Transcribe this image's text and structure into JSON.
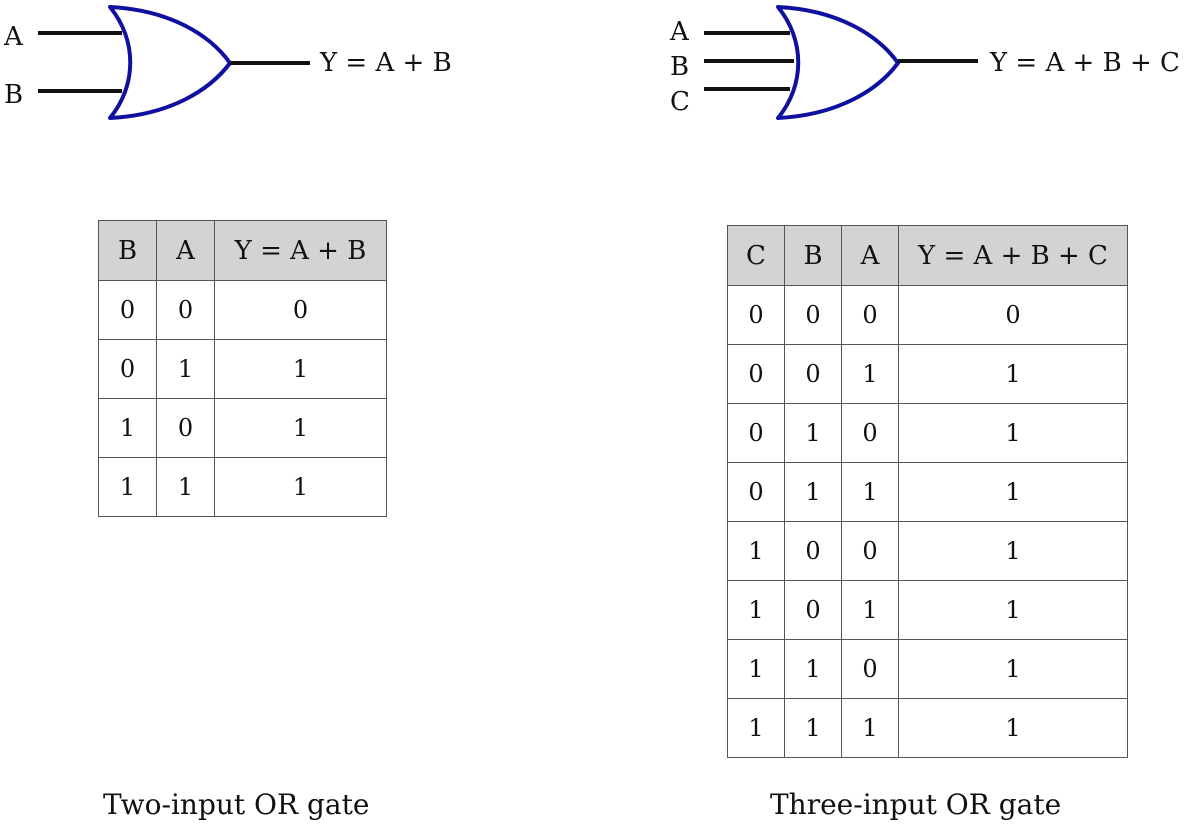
{
  "two_input": {
    "gate": {
      "inputs": [
        "A",
        "B"
      ],
      "output": "Y = A + B"
    },
    "table": {
      "headers": [
        "B",
        "A",
        "Y = A + B"
      ],
      "rows": [
        [
          "0",
          "0",
          "0"
        ],
        [
          "0",
          "1",
          "1"
        ],
        [
          "1",
          "0",
          "1"
        ],
        [
          "1",
          "1",
          "1"
        ]
      ]
    },
    "caption": "Two-input OR gate"
  },
  "three_input": {
    "gate": {
      "inputs": [
        "A",
        "B",
        "C"
      ],
      "output": "Y = A + B + C"
    },
    "table": {
      "headers": [
        "C",
        "B",
        "A",
        "Y = A + B + C"
      ],
      "rows": [
        [
          "0",
          "0",
          "0",
          "0"
        ],
        [
          "0",
          "0",
          "1",
          "1"
        ],
        [
          "0",
          "1",
          "0",
          "1"
        ],
        [
          "0",
          "1",
          "1",
          "1"
        ],
        [
          "1",
          "0",
          "0",
          "1"
        ],
        [
          "1",
          "0",
          "1",
          "1"
        ],
        [
          "1",
          "1",
          "0",
          "1"
        ],
        [
          "1",
          "1",
          "1",
          "1"
        ]
      ]
    },
    "caption": "Three-input OR gate"
  },
  "colors": {
    "gate_outline": "#1010a0",
    "wire": "#111111",
    "header_bg": "#d3d3d3"
  }
}
